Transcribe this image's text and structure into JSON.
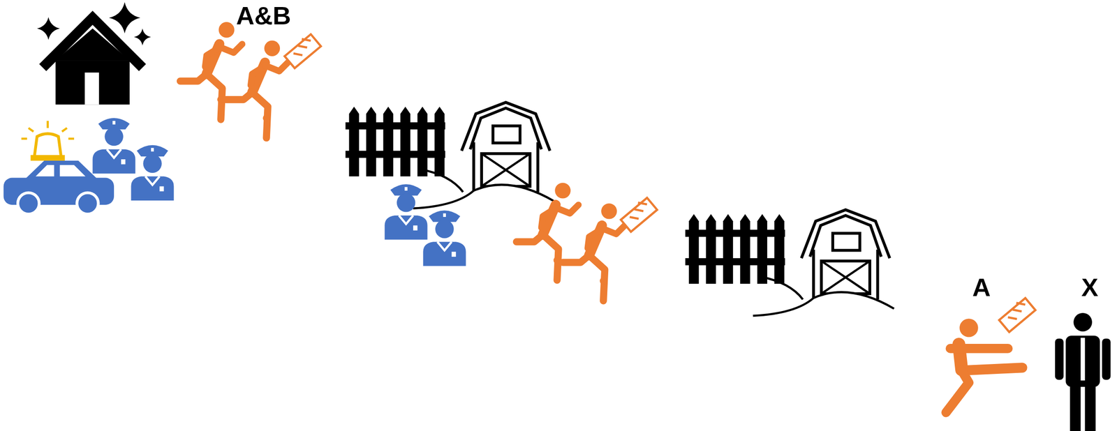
{
  "diagram": {
    "labels": [
      "A&B",
      "A",
      "X"
    ]
  }
}
